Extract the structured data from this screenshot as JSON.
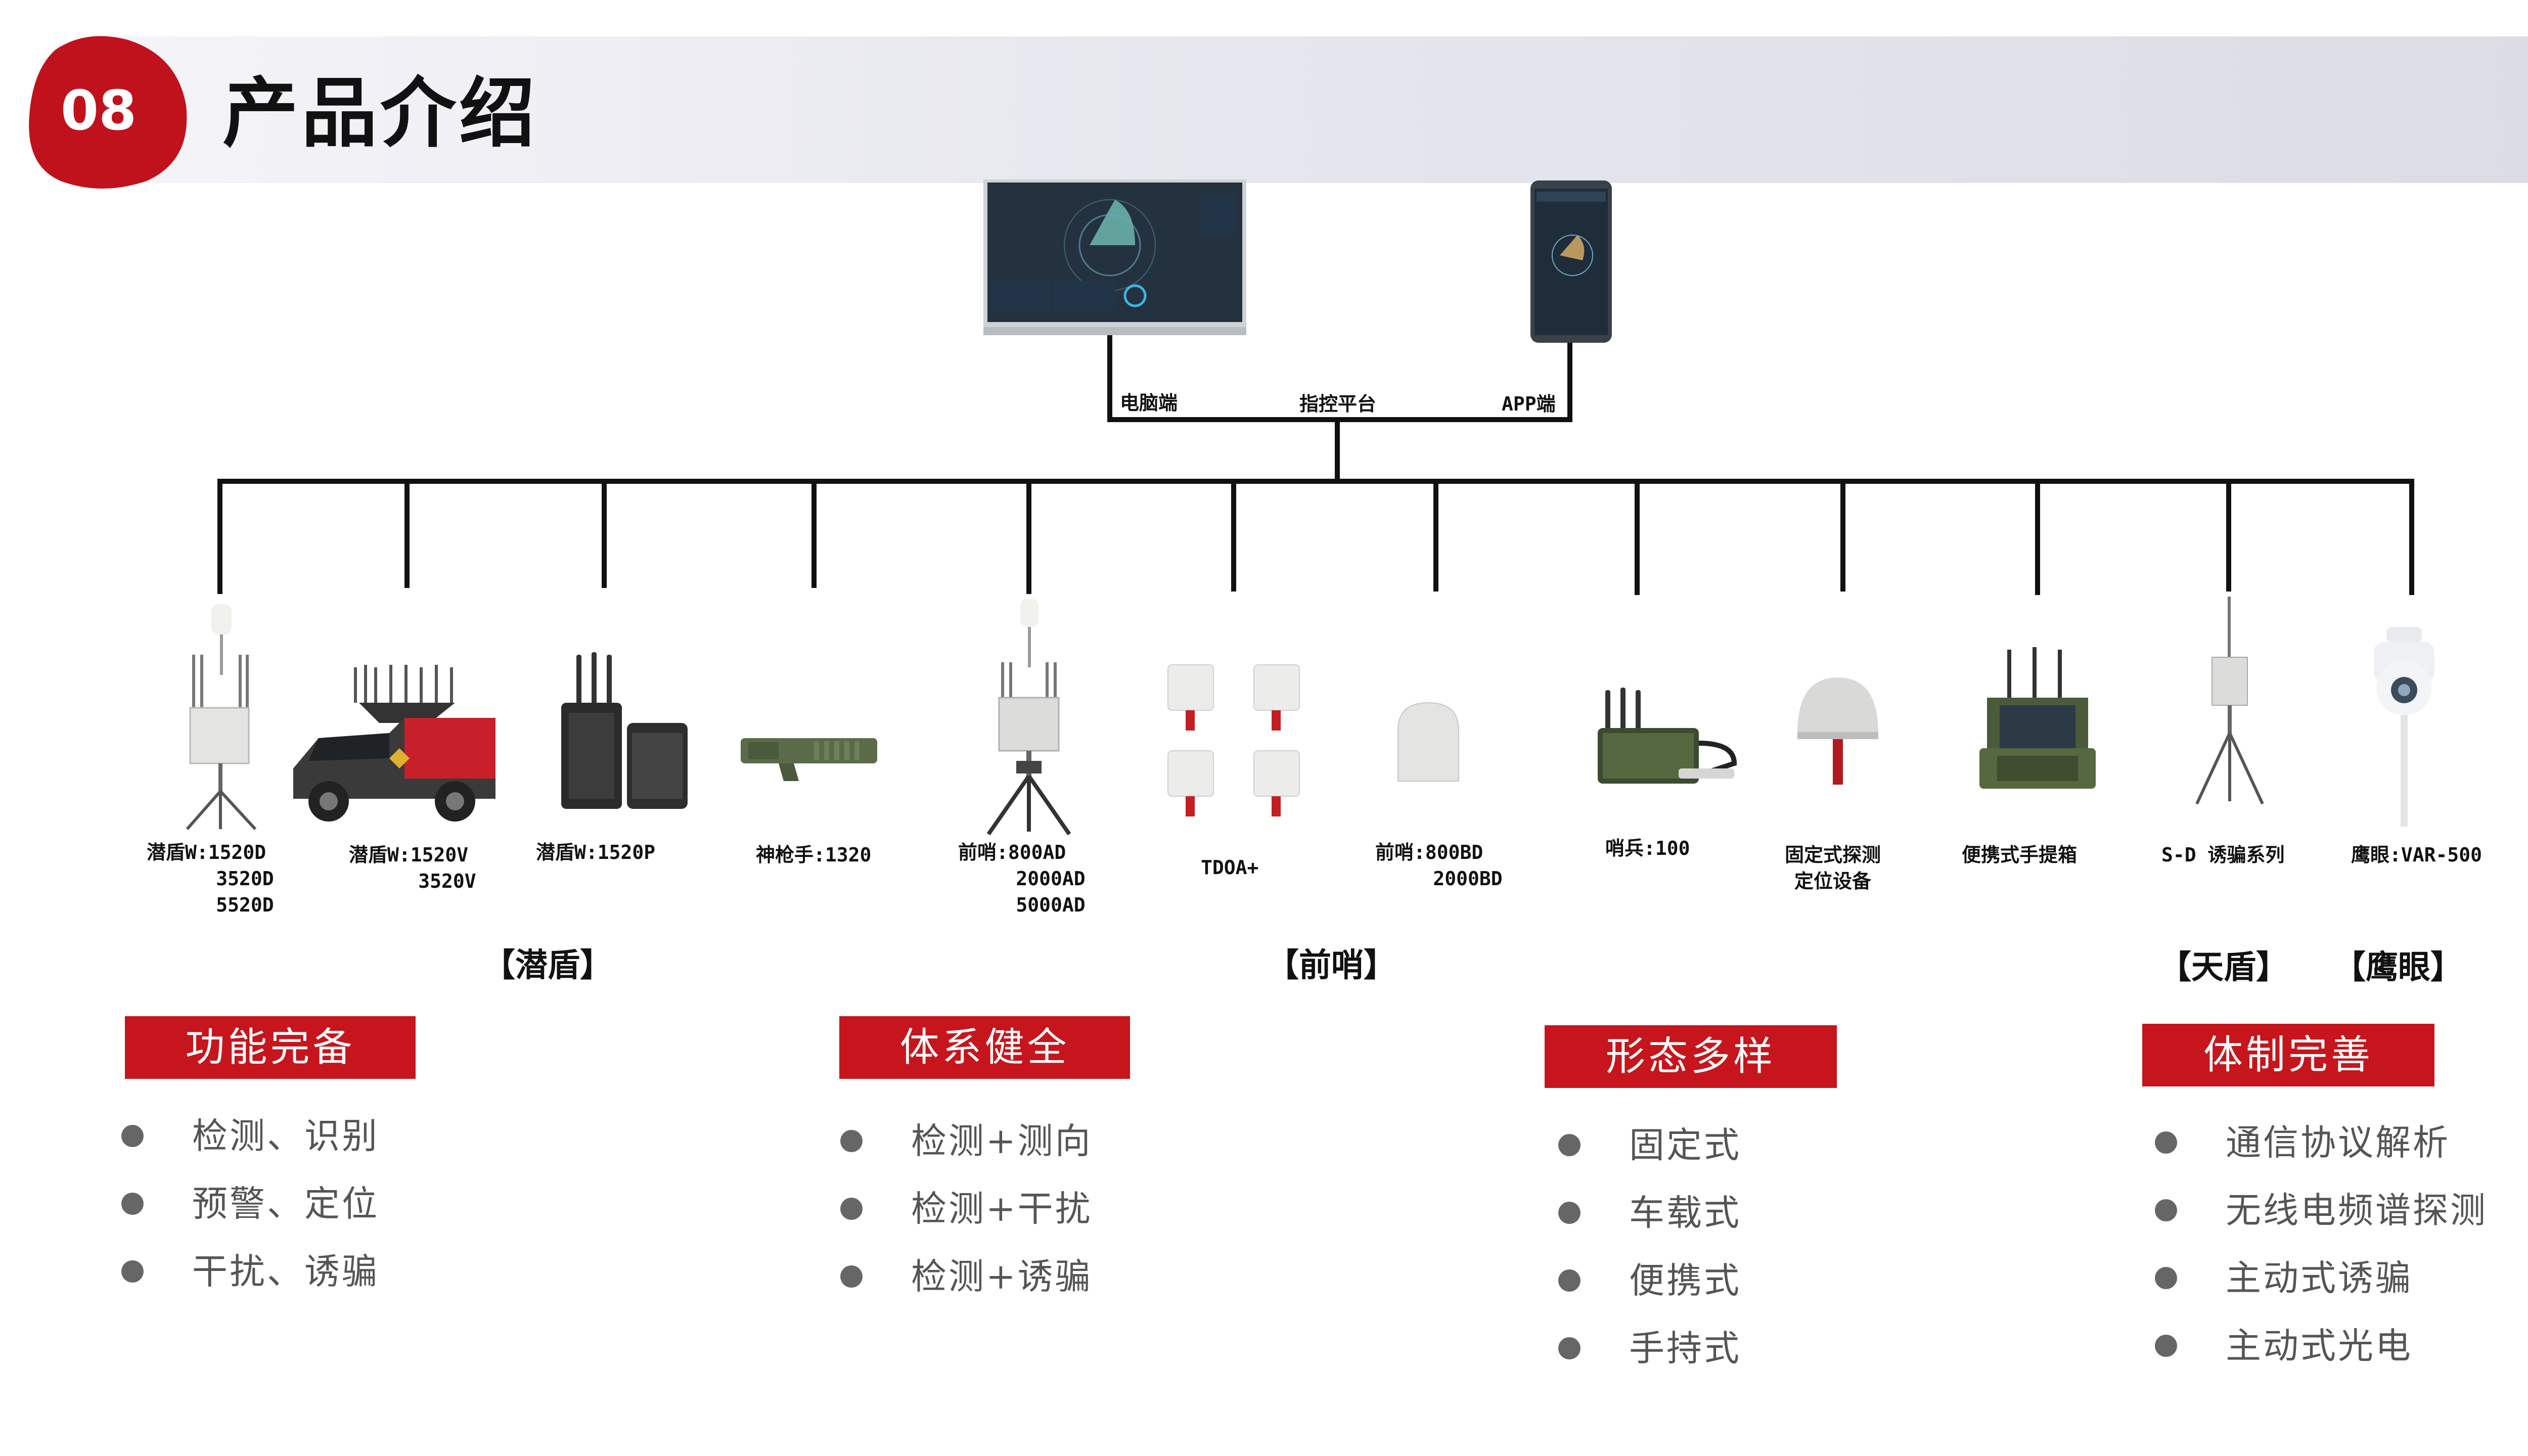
{
  "header": {
    "number": "08",
    "title": "产品介绍",
    "badge_color": "#c0121c"
  },
  "platform": {
    "pc_label": "电脑端",
    "center_label": "指控平台",
    "app_label": "APP端"
  },
  "devices": [
    {
      "icon": "tripod-jammer-icon",
      "lines": [
        "潜盾W:1520D",
        "      3520D",
        "      5520D"
      ]
    },
    {
      "icon": "vehicle-jammer-icon",
      "lines": [
        "潜盾W:1520V",
        "      3520V"
      ]
    },
    {
      "icon": "portable-backpack-jammer-icon",
      "lines": [
        "潜盾W:1520P"
      ]
    },
    {
      "icon": "handheld-gun-jammer-icon",
      "lines": [
        "神枪手:1320"
      ]
    },
    {
      "icon": "tripod-detector-icon",
      "lines": [
        "前哨:800AD",
        "     2000AD",
        "     5000AD"
      ]
    },
    {
      "icon": "tdoa-sensor-array-icon",
      "lines": [
        "TDOA+"
      ]
    },
    {
      "icon": "dome-detector-icon",
      "lines": [
        "前哨:800BD",
        "     2000BD"
      ]
    },
    {
      "icon": "rugged-case-sentry-icon",
      "lines": [
        "哨兵:100"
      ]
    },
    {
      "icon": "fixed-dome-antenna-icon",
      "lines": [
        "固定式探测",
        "定位设备"
      ]
    },
    {
      "icon": "portable-suitcase-icon",
      "lines": [
        "便携式手提箱"
      ]
    },
    {
      "icon": "spoofing-tripod-icon",
      "lines": [
        "S-D 诱骗系列"
      ]
    },
    {
      "icon": "eagle-eye-camera-icon",
      "lines": [
        "鹰眼:VAR-500"
      ]
    }
  ],
  "groups": {
    "qiandun": "【潜盾】",
    "qianshao": "【前哨】",
    "tiandun": "【天盾】",
    "yingyan": "【鹰眼】"
  },
  "features": [
    {
      "title": "功能完备",
      "items": [
        "检测、识别",
        "预警、定位",
        "干扰、诱骗"
      ]
    },
    {
      "title": "体系健全",
      "items": [
        "检测+测向",
        "检测+干扰",
        "检测+诱骗"
      ]
    },
    {
      "title": "形态多样",
      "items": [
        "固定式",
        "车载式",
        "便携式",
        "手持式"
      ]
    },
    {
      "title": "体制完善",
      "items": [
        "通信协议解析",
        "无线电频谱探测",
        "主动式诱骗",
        "主动式光电"
      ]
    }
  ],
  "colors": {
    "accent": "#c6151c",
    "bullet": "#666666",
    "wire": "#111111"
  }
}
